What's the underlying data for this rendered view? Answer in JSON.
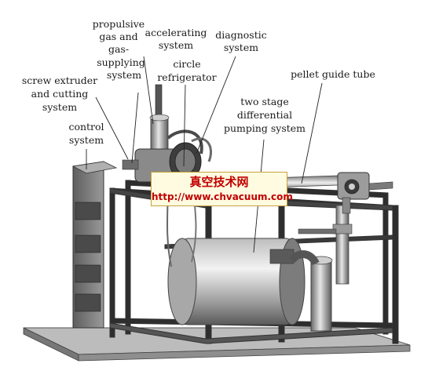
{
  "labels": {
    "propulsive": [
      "propulsive",
      "gas and",
      "gas-",
      "supplying",
      "system"
    ],
    "accelerating": [
      "accelerating",
      "system"
    ],
    "diagnostic": [
      "diagnostic",
      "system"
    ],
    "circle_refrigerator": [
      "circle",
      "refrigerator"
    ],
    "pellet_guide_tube": [
      "pellet guide tube"
    ],
    "screw_extruder": [
      "screw extruder",
      "and cutting",
      "system"
    ],
    "two_stage": [
      "two stage",
      "differential",
      "pumping system"
    ],
    "control": [
      "control",
      "system"
    ]
  },
  "watermark": {
    "text_cn": "真空技术网",
    "url": "http://www.chvacuum.com"
  },
  "colors": {
    "watermark_text": "#c00000",
    "watermark_bg": "#fffbe0",
    "metal_dark": "#3a3a3a",
    "metal_mid": "#8c8c8c",
    "metal_light": "#d6d6d6"
  }
}
